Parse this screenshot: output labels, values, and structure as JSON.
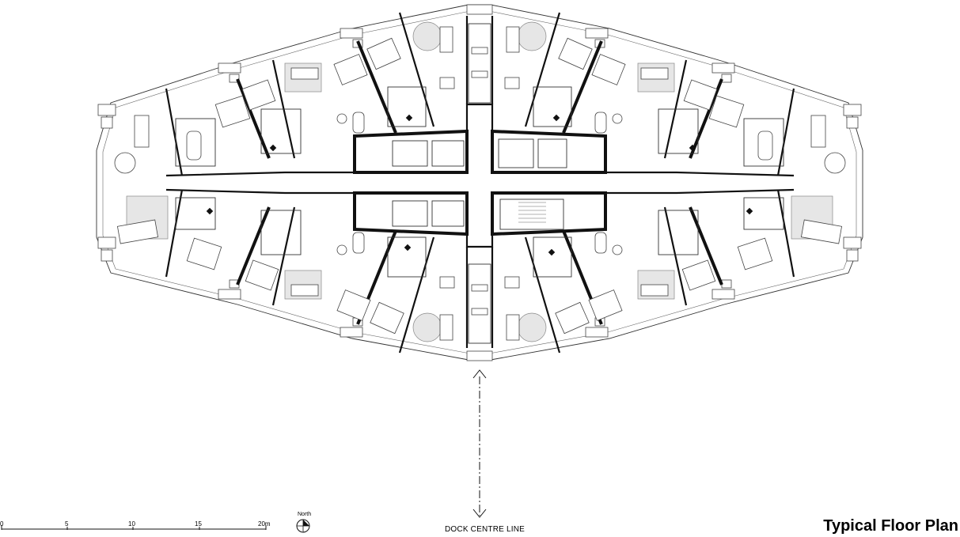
{
  "title": "Typical Floor Plan",
  "dock_label": "DOCK CENTRE LINE",
  "north_label": "North",
  "scale_bar": {
    "labels": [
      "0",
      "5",
      "10",
      "15",
      "20m"
    ]
  }
}
